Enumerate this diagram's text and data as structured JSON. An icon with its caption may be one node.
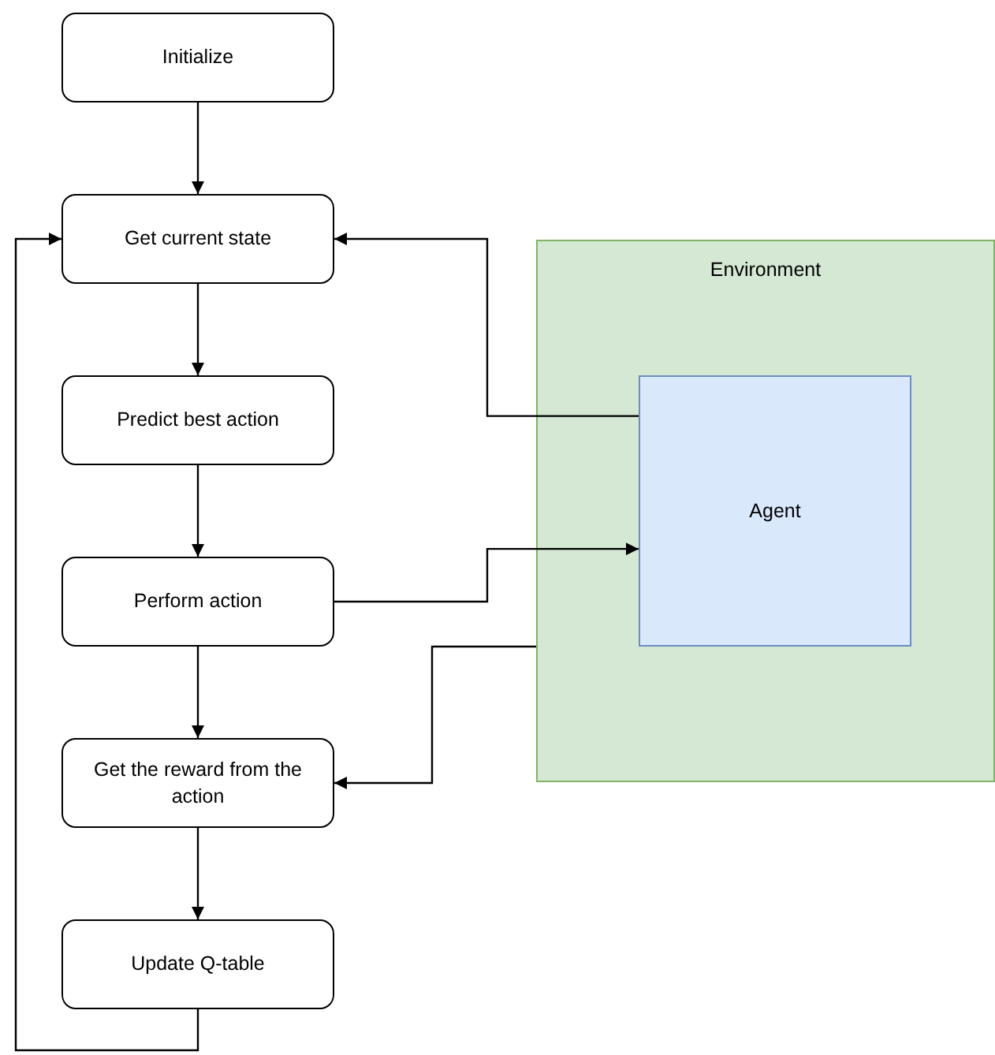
{
  "diagram": {
    "nodes": [
      {
        "text": [
          "Initialize"
        ]
      },
      {
        "text": [
          "Get current state"
        ]
      },
      {
        "text": [
          "Predict best action"
        ]
      },
      {
        "text": [
          "Perform action"
        ]
      },
      {
        "text": [
          "Get the reward from the action"
        ]
      },
      {
        "text": [
          "Update Q-table"
        ]
      },
      {
        "text": [
          "Environment"
        ]
      },
      {
        "text": [
          "Agent"
        ],
        "in": 6
      }
    ],
    "edges": [
      {
        "from": 0,
        "to": 1,
        "arrow": "to"
      },
      {
        "from": 1,
        "to": 2,
        "arrow": "to"
      },
      {
        "from": 2,
        "to": 3,
        "arrow": "to"
      },
      {
        "from": 3,
        "to": 4,
        "arrow": "to"
      },
      {
        "from": 4,
        "to": 5,
        "arrow": "to"
      },
      {
        "from": 5,
        "to": 1,
        "arrow": "to"
      },
      {
        "from": 7,
        "to": 1,
        "arrow": "to"
      },
      {
        "from": 3,
        "to": 7,
        "arrow": "to"
      },
      {
        "from": 6,
        "to": 4,
        "arrow": "to"
      }
    ]
  }
}
